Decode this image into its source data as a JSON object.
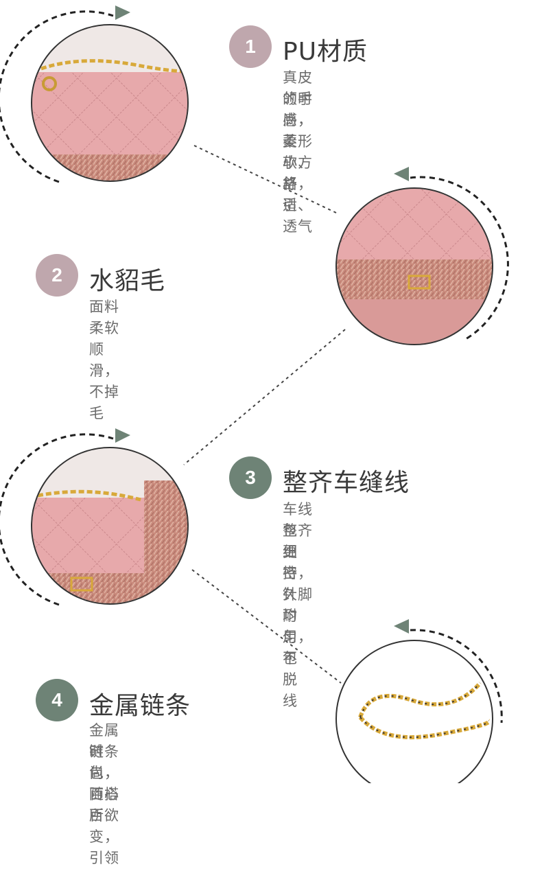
{
  "colors": {
    "badge_pink": "#bfa7ad",
    "badge_green": "#6e8376",
    "title_text": "#3a3a3a",
    "desc_text": "#6b6b6b",
    "bag_pink": "#e7a9ab",
    "chain_gold": "#d8a93a",
    "fur": "#c98a7c"
  },
  "features": [
    {
      "number": "1",
      "title": "PU材质",
      "desc_line1": "真皮的手感，菱形小方格，引",
      "desc_line2": "领时尚，柔软、舒适、透气"
    },
    {
      "number": "2",
      "title": "水貂毛",
      "desc_line1": "面料柔软顺滑，不掉毛",
      "desc_line2": ""
    },
    {
      "number": "3",
      "title": "整齐车缝线",
      "desc_line1": "车线整齐细密，针脚均匀，包",
      "desc_line2": "包更持久耐用不脱线"
    },
    {
      "number": "4",
      "title": "金属链条",
      "desc_line1": "金属链条包，百搭百变，引领",
      "desc_line2": "时尚，随心所欲"
    }
  ],
  "images": [
    {
      "icon": "quilted-bag-chain-closeup"
    },
    {
      "icon": "mink-fur-trim-closeup"
    },
    {
      "icon": "bag-stitching-closeup"
    },
    {
      "icon": "metal-chain-closeup"
    }
  ]
}
